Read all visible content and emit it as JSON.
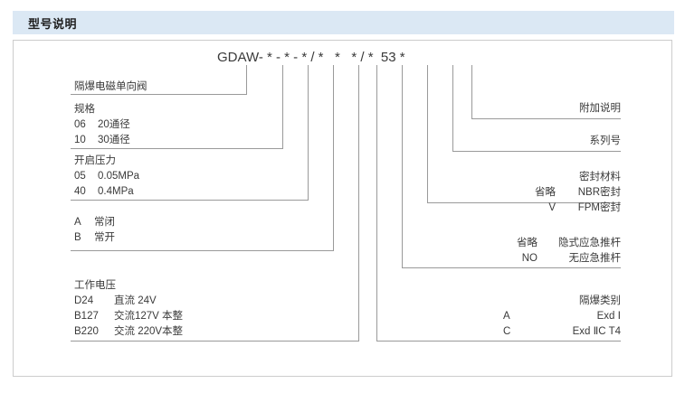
{
  "header": {
    "title": "型号说明"
  },
  "model_code": {
    "text": "GDAW- * - * - * / *   *   * / *  53 *",
    "prefix": "GDAW",
    "series_number": "53"
  },
  "left_blocks": [
    {
      "name": "product-name",
      "title": "隔爆电磁单向阀",
      "rows": []
    },
    {
      "name": "specification",
      "title": "规格",
      "rows": [
        {
          "code": "06",
          "desc": "20通径"
        },
        {
          "code": "10",
          "desc": "30通径"
        }
      ]
    },
    {
      "name": "cracking-pressure",
      "title": "开启压力",
      "rows": [
        {
          "code": "05",
          "desc": "0.05MPa"
        },
        {
          "code": "40",
          "desc": "0.4MPa"
        }
      ]
    },
    {
      "name": "valve-function",
      "title": "",
      "rows": [
        {
          "code": "A",
          "desc": "常闭"
        },
        {
          "code": "B",
          "desc": "常开"
        }
      ]
    },
    {
      "name": "working-voltage",
      "title": "工作电压",
      "rows": [
        {
          "code": "D24",
          "desc": "直流 24V"
        },
        {
          "code": "B127",
          "desc": "交流127V 本整"
        },
        {
          "code": "B220",
          "desc": "交流 220V本整"
        }
      ]
    }
  ],
  "right_blocks": [
    {
      "name": "additional-notes",
      "title": "附加说明",
      "rows": []
    },
    {
      "name": "series-number",
      "title": "系列号",
      "rows": []
    },
    {
      "name": "sealing-material",
      "title": "密封材料",
      "rows": [
        {
          "code": "省略",
          "desc": "NBR密封"
        },
        {
          "code": "V",
          "desc": "FPM密封"
        }
      ]
    },
    {
      "name": "emergency-push-rod",
      "title": "",
      "rows": [
        {
          "code": "省略",
          "desc": "隐式应急推杆"
        },
        {
          "code": "NO",
          "desc": "无应急推杆"
        }
      ]
    },
    {
      "name": "explosion-proof-category",
      "title": "隔爆类别",
      "rows": [
        {
          "code": "A",
          "desc": "Exd Ⅰ"
        },
        {
          "code": "C",
          "desc": "Exd ⅡC T4"
        }
      ]
    }
  ],
  "colors": {
    "header_bg": "#dbe8f4",
    "frame_border": "#cccccc",
    "leader_line": "#9a9a9a",
    "text": "#3a3a3a"
  }
}
